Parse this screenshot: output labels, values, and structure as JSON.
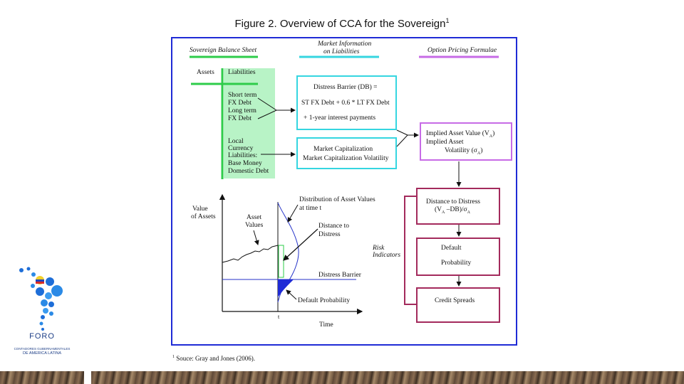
{
  "figure": {
    "title": "Figure 2. Overview of CCA for the Sovereign",
    "title_sup": "1",
    "footnote_sup": "1",
    "footnote": "Souce: Gray and Jones (2006)."
  },
  "headers": {
    "sovereign_balance_sheet": "Sovereign Balance Sheet",
    "market_information_line1": "Market Information",
    "market_information_line2": "on Liabilities",
    "option_pricing": "Option Pricing Formulae"
  },
  "balance_sheet": {
    "assets": "Assets",
    "liabilities": "Liabilities",
    "fx_lines": [
      "Short term",
      "FX Debt",
      "Long term",
      "FX Debt"
    ],
    "local_lines": [
      "Local",
      "Currency",
      "Liabilities:",
      "Base Money",
      "Domestic Debt"
    ]
  },
  "distress_barrier_box": {
    "line1": "Distress Barrier (DB) =",
    "line2": "ST FX Debt + 0.6 * LT FX Debt",
    "line3": "+ 1-year interest payments"
  },
  "market_cap_box": {
    "line1": "Market Capitalization",
    "line2": "Market Capitalization Volatility"
  },
  "implied_box": {
    "line1": "Implied Asset Value (V",
    "line1_sub": "A",
    "line1_end": ")",
    "line2": "Implied Asset",
    "line3": "Volatility (σ",
    "line3_sub": "A",
    "line3_end": ")"
  },
  "distance_box": {
    "line1": "Distance to Distress",
    "line2": "(V",
    "line2_sub": "A",
    "line2_mid": " –DB)/σ",
    "line2_sub2": "A"
  },
  "default_box": {
    "line1": "Default",
    "line2": "Probability"
  },
  "credit_box": {
    "label": "Credit Spreads"
  },
  "risk_indicators": {
    "line1": "Risk",
    "line2": "Indicators"
  },
  "plot": {
    "ylabel_line1": "Value",
    "ylabel_line2": "of Assets",
    "asset_values_line1": "Asset",
    "asset_values_line2": "Values",
    "distribution_line1": "Distribution of Asset Values",
    "distribution_line2": "at time t",
    "distance_line1": "Distance to",
    "distance_line2": "Distress",
    "distress_barrier": "Distress Barrier",
    "default_probability": "Default Probability",
    "t_label": "t",
    "xlabel": "Time"
  },
  "logo": {
    "name": "FORO",
    "line1": "CONTADORES GUBERNAMENTALES",
    "line2": "DE AMERICA LATINA"
  },
  "colors": {
    "frame": "#1f2bd6",
    "green": "#2ecc4a",
    "cyan": "#35d6e0",
    "violet": "#c76be6",
    "maroon": "#a32a5c",
    "liabilities_fill": "#b8f3c6",
    "logo_blue": "#1e6ed8"
  }
}
